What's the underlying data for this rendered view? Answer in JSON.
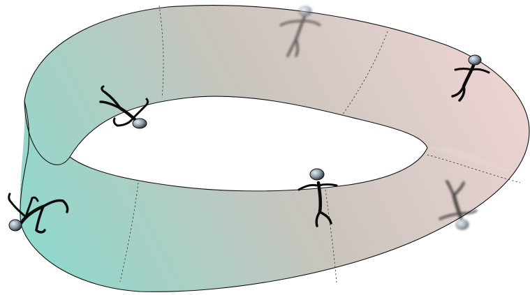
{
  "diagram": {
    "surface": "mobius-strip",
    "gradient_colors": {
      "near_left": "#8fd8cc",
      "middle": "#c9c4bd",
      "far_right": "#efd5d5"
    },
    "edge_color": "#111111",
    "figure_color": "#0b0b0b",
    "head_color": "#8a9aa6",
    "figures": [
      {
        "name": "stick-figure-left-edge",
        "pose": "upside-down-sprawl",
        "blurred": false
      },
      {
        "name": "stick-figure-inner-left",
        "pose": "upside-down-kneel",
        "blurred": false
      },
      {
        "name": "stick-figure-top-back",
        "pose": "walking",
        "blurred": true
      },
      {
        "name": "stick-figure-top-right",
        "pose": "walking",
        "blurred": false
      },
      {
        "name": "stick-figure-front-center",
        "pose": "walking",
        "blurred": false
      },
      {
        "name": "stick-figure-right-underside",
        "pose": "upside-down-walking",
        "blurred": true
      }
    ]
  }
}
